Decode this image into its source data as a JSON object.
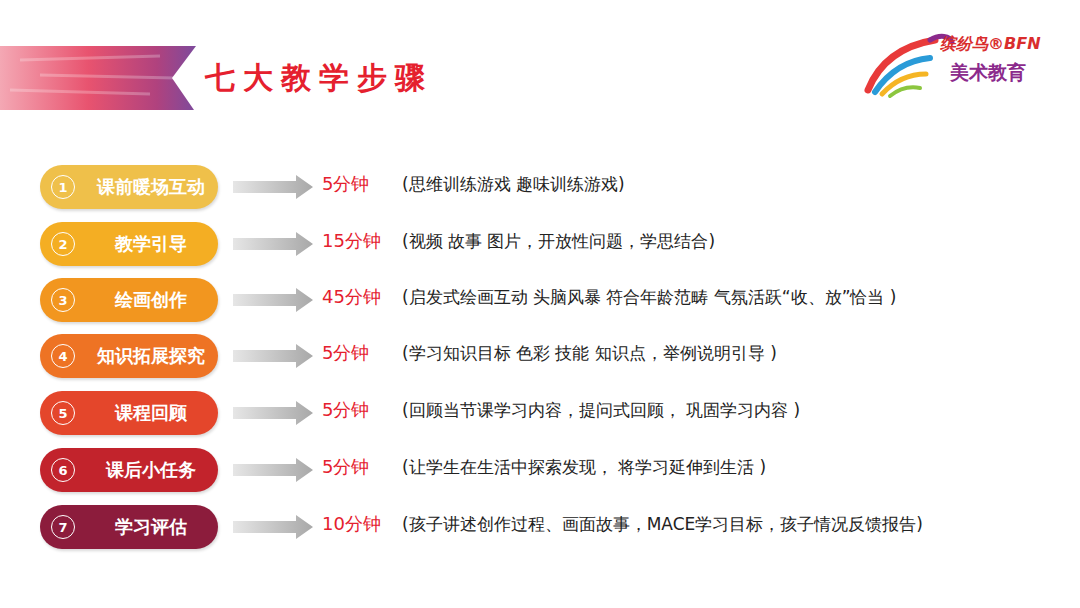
{
  "diagram": {
    "title": "七大教学步骤",
    "nodes": [
      {
        "text": [
          "课前暖场互动"
        ]
      },
      {
        "text": [
          "1"
        ],
        "in": 0
      },
      {
        "text": [
          "教学引导"
        ]
      },
      {
        "text": [
          "2"
        ],
        "in": 2
      },
      {
        "text": [
          "绘画创作"
        ]
      },
      {
        "text": [
          "3"
        ],
        "in": 4
      },
      {
        "text": [
          "知识拓展探究"
        ]
      },
      {
        "text": [
          "4"
        ],
        "in": 6
      },
      {
        "text": [
          "课程回顾"
        ]
      },
      {
        "text": [
          "5"
        ],
        "in": 8
      },
      {
        "text": [
          "课后小任务"
        ]
      },
      {
        "text": [
          "6"
        ],
        "in": 10
      },
      {
        "text": [
          "学习评估"
        ]
      },
      {
        "text": [
          "7"
        ],
        "in": 12
      }
    ],
    "labels": [
      "缤纷鸟®BFN",
      "美术教育",
      "5分钟",
      "(思维训练游戏  趣味训练游戏)",
      "15分钟",
      "(视频  故事  图片，开放性问题，学思结合)",
      "45分钟",
      "(启发式绘画互动  头脑风暴  符合年龄范畴  气氛活跃“收、放”恰当 )",
      "5分钟",
      "(学习知识目标 色彩 技能  知识点，举例说明引导 )",
      "5分钟",
      "(回顾当节课学习内容，提问式回顾， 巩固学习内容 )",
      "5分钟",
      "(让学生在生活中探索发现， 将学习延伸到生活 )",
      "10分钟",
      "(孩子讲述创作过程、画面故事，MACE学习目标，孩子情况反馈报告)"
    ]
  }
}
